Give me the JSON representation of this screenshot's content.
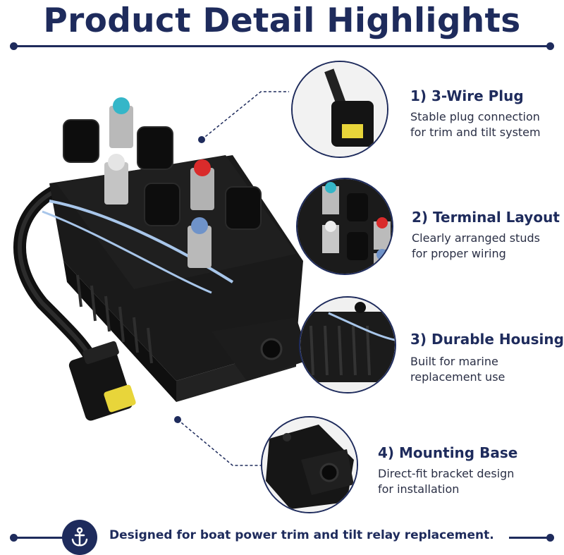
{
  "header": {
    "title": "Product Detail Highlights"
  },
  "product": {
    "image_name": "power-trim-tilt-relay"
  },
  "features": [
    {
      "title": "1) 3-Wire Plug",
      "desc_line1": "Stable plug connection",
      "desc_line2": "for trim and tilt system"
    },
    {
      "title": "2) Terminal Layout",
      "desc_line1": "Clearly arranged studs",
      "desc_line2": "for proper wiring"
    },
    {
      "title": "3) Durable Housing",
      "desc_line1": "Built for marine",
      "desc_line2": "replacement use"
    },
    {
      "title": "4) Mounting Base",
      "desc_line1": "Direct-fit bracket design",
      "desc_line2": "for installation"
    }
  ],
  "footer": {
    "text": "Designed for boat power trim and tilt relay replacement.",
    "icon": "anchor-icon"
  },
  "colors": {
    "navy": "#1e2b5c",
    "teal_cap": "#35b6c8",
    "red_cap": "#d92b2b",
    "blue_cap": "#6f93c9",
    "plug_yellow": "#e8d53a"
  }
}
